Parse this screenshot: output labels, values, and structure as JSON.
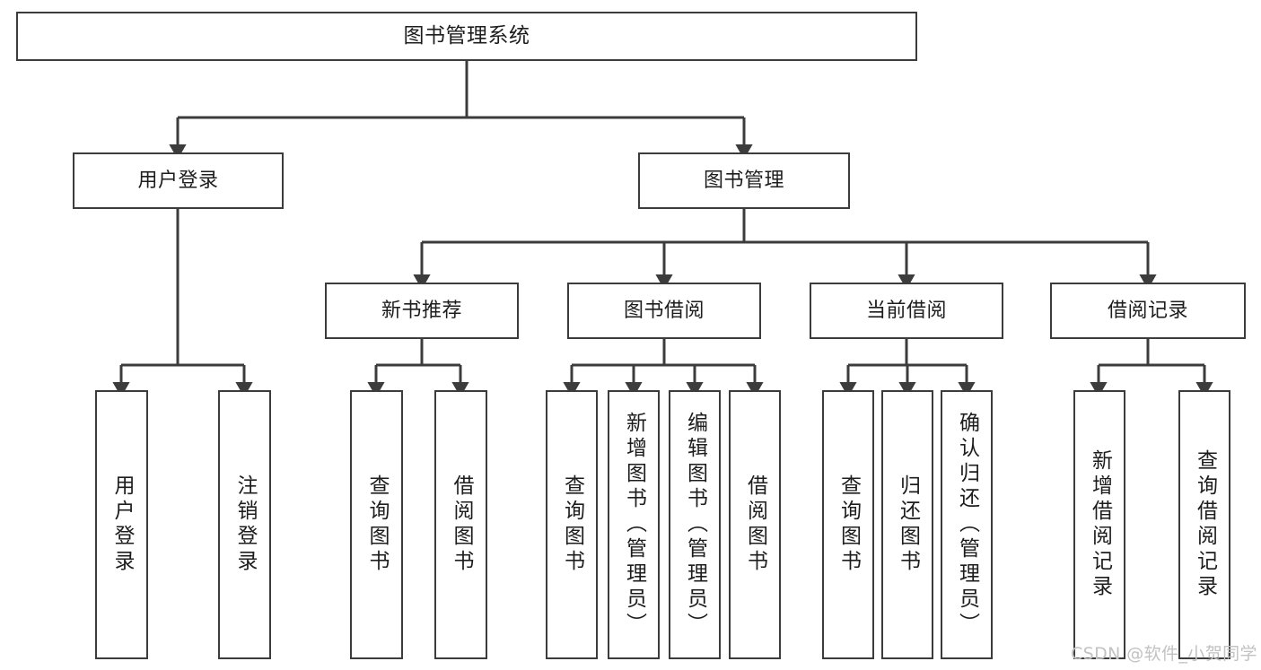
{
  "diagram": {
    "title": "图书管理系统",
    "type": "hierarchy-tree",
    "orientation": "top-down",
    "colors": {
      "background": "#ffffff",
      "node_border": "#3c3c3c",
      "node_fill": "#ffffff",
      "edge": "#3c3c3c",
      "text": "#1d1d1d",
      "watermark": "#c2c2c2"
    },
    "nodes": {
      "root": {
        "label": "图书管理系统",
        "level": 1
      },
      "user_login": {
        "label": "用户登录",
        "level": 2
      },
      "book_manage": {
        "label": "图书管理",
        "level": 2
      },
      "new_book_rec": {
        "label": "新书推荐",
        "level": 3
      },
      "book_borrow": {
        "label": "图书借阅",
        "level": 3
      },
      "current_borrow": {
        "label": "当前借阅",
        "level": 3
      },
      "borrow_record": {
        "label": "借阅记录",
        "level": 3
      },
      "leaf_user_login": {
        "label": "用户登录",
        "level": 3
      },
      "leaf_logout": {
        "label": "注销登录",
        "level": 3
      },
      "leaf_query_book_1": {
        "label": "查询图书",
        "level": 4
      },
      "leaf_borrow_book_1": {
        "label": "借阅图书",
        "level": 4
      },
      "leaf_query_book_2": {
        "label": "查询图书",
        "level": 4
      },
      "leaf_add_book": {
        "label": "新增图书（管理员）",
        "level": 4
      },
      "leaf_edit_book": {
        "label": "编辑图书（管理员）",
        "level": 4
      },
      "leaf_borrow_book_2": {
        "label": "借阅图书",
        "level": 4
      },
      "leaf_query_book_3": {
        "label": "查询图书",
        "level": 4
      },
      "leaf_return_book": {
        "label": "归还图书",
        "level": 4
      },
      "leaf_confirm_return": {
        "label": "确认归还（管理员）",
        "level": 4
      },
      "leaf_add_record": {
        "label": "新增借阅记录",
        "level": 4
      },
      "leaf_query_record": {
        "label": "查询借阅记录",
        "level": 4
      }
    },
    "edges": [
      {
        "from": "root",
        "to": "user_login"
      },
      {
        "from": "root",
        "to": "book_manage"
      },
      {
        "from": "user_login",
        "to": "leaf_user_login"
      },
      {
        "from": "user_login",
        "to": "leaf_logout"
      },
      {
        "from": "book_manage",
        "to": "new_book_rec"
      },
      {
        "from": "book_manage",
        "to": "book_borrow"
      },
      {
        "from": "book_manage",
        "to": "current_borrow"
      },
      {
        "from": "book_manage",
        "to": "borrow_record"
      },
      {
        "from": "new_book_rec",
        "to": "leaf_query_book_1"
      },
      {
        "from": "new_book_rec",
        "to": "leaf_borrow_book_1"
      },
      {
        "from": "book_borrow",
        "to": "leaf_query_book_2"
      },
      {
        "from": "book_borrow",
        "to": "leaf_add_book"
      },
      {
        "from": "book_borrow",
        "to": "leaf_edit_book"
      },
      {
        "from": "book_borrow",
        "to": "leaf_borrow_book_2"
      },
      {
        "from": "current_borrow",
        "to": "leaf_query_book_3"
      },
      {
        "from": "current_borrow",
        "to": "leaf_return_book"
      },
      {
        "from": "current_borrow",
        "to": "leaf_confirm_return"
      },
      {
        "from": "borrow_record",
        "to": "leaf_add_record"
      },
      {
        "from": "borrow_record",
        "to": "leaf_query_record"
      }
    ]
  },
  "watermark": {
    "text": "CSDN @软件_小贺同学"
  }
}
